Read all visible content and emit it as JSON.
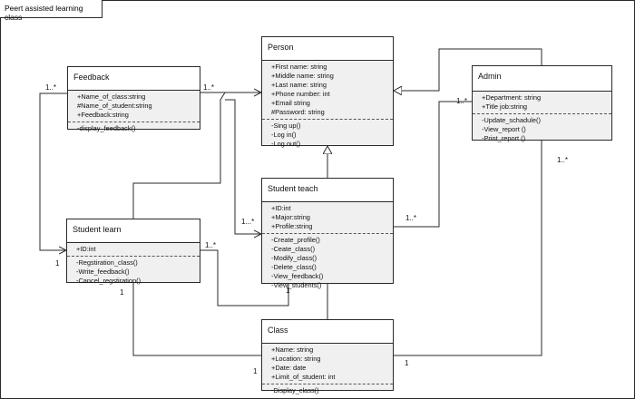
{
  "frame_title": "Peert assisted learning class",
  "classes": {
    "person": {
      "name": "Person",
      "attributes": [
        "+First name: string",
        "+Middle name: string",
        "+Last name: string",
        "+Phone number: int",
        "+Email string",
        "#Password: string"
      ],
      "operations": [
        "-Sing up()",
        "-Log in()",
        "-Log out()"
      ]
    },
    "feedback": {
      "name": "Feedback",
      "attributes": [
        "+Name_of_class:string",
        "#Name_of_student:string",
        "+Feedback:string"
      ],
      "operations": [
        "-display_feedback()"
      ]
    },
    "admin": {
      "name": "Admin",
      "attributes": [
        "+Department: string",
        "+Title job:string"
      ],
      "operations": [
        "-Update_schadule()",
        "-View_report ()",
        "-Print_report ()"
      ]
    },
    "student_teach": {
      "name": "Student teach",
      "attributes": [
        "+ID:int",
        "+Major:string",
        "+Profile:string"
      ],
      "operations": [
        "-Create_profile()",
        "-Ceate_class()",
        "-Modify_class()",
        "-Delete_class()",
        "-View_feedback()",
        "-View_students()"
      ]
    },
    "student_learn": {
      "name": "Student learn",
      "attributes": [
        "+ID:int"
      ],
      "operations": [
        "-Regstiration_class()",
        "-Write_feedback()",
        "-Cancel_regstiration()"
      ]
    },
    "class": {
      "name": "Class",
      "attributes": [
        "+Name: string",
        "+Location: string",
        "+Date: date",
        "+Limit_of_student: int"
      ],
      "operations": [
        "-Display_class()"
      ]
    }
  },
  "multiplicities": {
    "feedback_left": "1..*",
    "feedback_right": "1..*",
    "studentlearn_left": "1",
    "studentlearn_right": "1..*",
    "studentlearn_bottom": "1",
    "studentteach_left": "1...*",
    "studentteach_right": "1..*",
    "studentteach_bottom": "1",
    "admin_left": "1..*",
    "admin_bottom": "1..*",
    "class_left": "1",
    "class_right": "1"
  }
}
